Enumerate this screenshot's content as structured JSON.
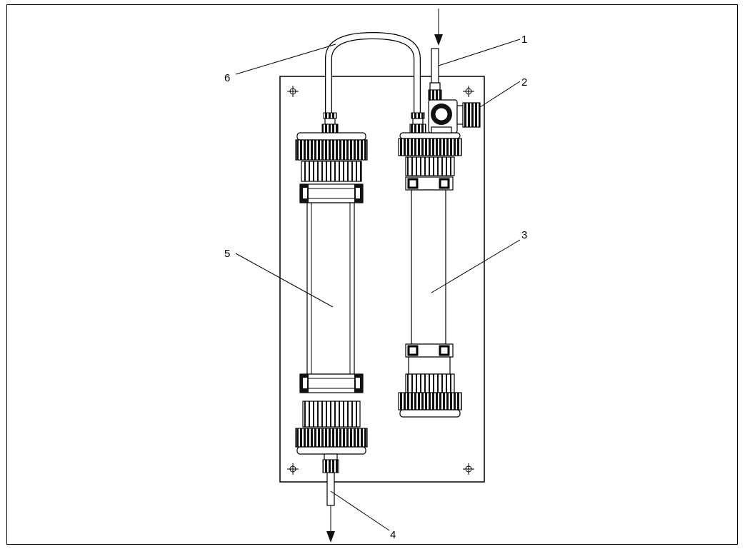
{
  "diagram": {
    "callouts": [
      {
        "id": "1",
        "text": "1"
      },
      {
        "id": "2",
        "text": "2"
      },
      {
        "id": "3",
        "text": "3"
      },
      {
        "id": "4",
        "text": "4"
      },
      {
        "id": "5",
        "text": "5"
      },
      {
        "id": "6",
        "text": "6"
      }
    ],
    "flow": {
      "inlet": "down",
      "outlet": "down"
    }
  }
}
